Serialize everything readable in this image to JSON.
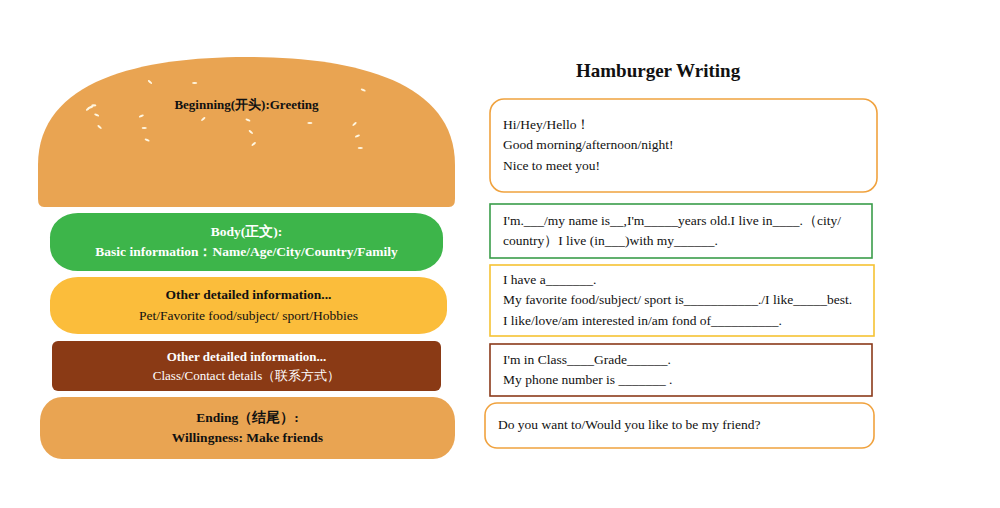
{
  "diagram": {
    "title": "Hamburger Writing",
    "nodes": [
      {
        "text": [
          "Beginning(开头):Greeting"
        ]
      },
      {
        "text": [
          "Body(正文):",
          "Basic information：Name/Age/City/Country/Family"
        ]
      },
      {
        "text": [
          "Other detailed information...",
          "Pet/Favorite food/subject/ sport/Hobbies"
        ]
      },
      {
        "text": [
          "Other detailed information...",
          "Class/Contact details（联系方式）"
        ]
      },
      {
        "text": [
          "Ending（结尾）:",
          "Willingness: Make friends"
        ]
      },
      {
        "text": [
          "Hi/Hey/Hello！",
          "Good morning/afternoon/night!",
          "Nice to meet you!"
        ]
      },
      {
        "text": [
          "I'm.___/my name is__,I'm_____years old.I live in____.（city/ country）I live (in___)with my______."
        ]
      },
      {
        "text": [
          "I have a_______.",
          "My favorite food/subject/ sport is___________./I like_____best.",
          "I like/love/am interested in/am fond of__________."
        ]
      },
      {
        "text": [
          "I'm in Class____Grade______.",
          "My phone number is _______ ."
        ]
      },
      {
        "text": [
          "Do you want to/Would you like to be my friend?"
        ]
      }
    ]
  }
}
